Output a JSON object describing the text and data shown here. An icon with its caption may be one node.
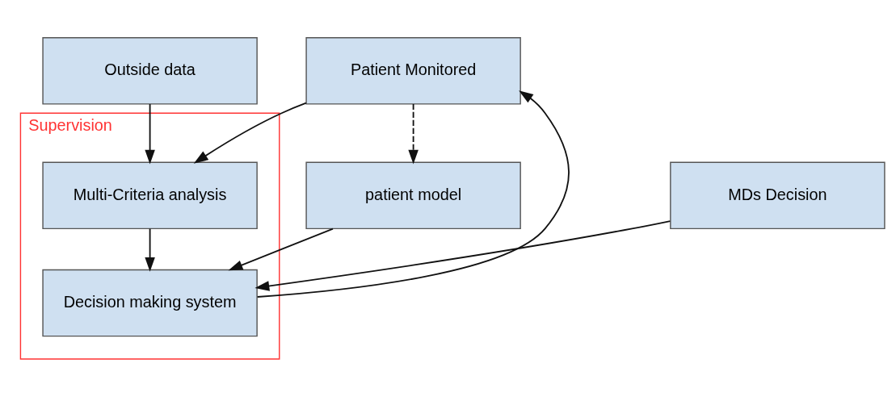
{
  "diagram": {
    "nodes": [
      {
        "text": [
          "Patient Monitored"
        ]
      },
      {
        "text": [
          "Outside data"
        ]
      },
      {
        "text": [
          "Supervision"
        ]
      },
      {
        "text": [
          "Multi-Criteria analysis"
        ],
        "in": 2
      },
      {
        "text": [
          "Decision making system"
        ],
        "in": 2
      },
      {
        "text": [
          "MDs Decision"
        ]
      },
      {
        "text": [
          "patient model"
        ]
      }
    ],
    "edges": [
      {
        "from": 0,
        "to": 3,
        "arrow": "to"
      },
      {
        "from": 1,
        "to": 3,
        "arrow": "to"
      },
      {
        "from": 3,
        "to": 4,
        "arrow": "to"
      },
      {
        "from": 4,
        "to": 0,
        "arrow": "to"
      },
      {
        "from": 5,
        "to": 4,
        "arrow": "to"
      },
      {
        "from": 0,
        "to": 6,
        "arrow": "to",
        "style": "dashed"
      },
      {
        "from": 6,
        "to": 4,
        "arrow": "to"
      }
    ]
  }
}
